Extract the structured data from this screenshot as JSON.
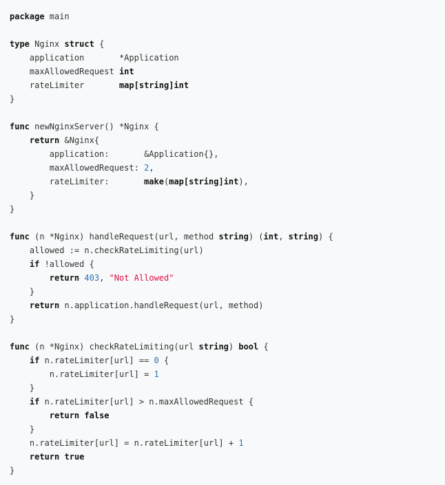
{
  "code": {
    "language": "go",
    "lines": [
      [
        [
          "package",
          "k"
        ],
        [
          " main",
          ""
        ]
      ],
      [],
      [
        [
          "type",
          "k"
        ],
        [
          " Nginx ",
          ""
        ],
        [
          "struct",
          "k"
        ],
        [
          " {",
          ""
        ]
      ],
      [
        [
          "    application       *Application",
          ""
        ]
      ],
      [
        [
          "    maxAllowedRequest ",
          ""
        ],
        [
          "int",
          "k"
        ]
      ],
      [
        [
          "    rateLimiter       ",
          ""
        ],
        [
          "map[string]int",
          "k"
        ]
      ],
      [
        [
          "}",
          ""
        ]
      ],
      [],
      [
        [
          "func",
          "k"
        ],
        [
          " newNginxServer() *Nginx {",
          ""
        ]
      ],
      [
        [
          "    ",
          ""
        ],
        [
          "return",
          "k"
        ],
        [
          " &Nginx{",
          ""
        ]
      ],
      [
        [
          "        application:       &Application{},",
          ""
        ]
      ],
      [
        [
          "        maxAllowedRequest: ",
          ""
        ],
        [
          "2",
          "n"
        ],
        [
          ",",
          ""
        ]
      ],
      [
        [
          "        rateLimiter:       ",
          ""
        ],
        [
          "make",
          "k"
        ],
        [
          "(",
          ""
        ],
        [
          "map[string]int",
          "k"
        ],
        [
          "),",
          ""
        ]
      ],
      [
        [
          "    }",
          ""
        ]
      ],
      [
        [
          "}",
          ""
        ]
      ],
      [],
      [
        [
          "func",
          "k"
        ],
        [
          " (n *Nginx) handleRequest(url, method ",
          ""
        ],
        [
          "string",
          "k"
        ],
        [
          ") (",
          ""
        ],
        [
          "int",
          "k"
        ],
        [
          ", ",
          ""
        ],
        [
          "string",
          "k"
        ],
        [
          ") {",
          ""
        ]
      ],
      [
        [
          "    allowed := n.checkRateLimiting(url)",
          ""
        ]
      ],
      [
        [
          "    ",
          ""
        ],
        [
          "if",
          "k"
        ],
        [
          " !allowed {",
          ""
        ]
      ],
      [
        [
          "        ",
          ""
        ],
        [
          "return",
          "k"
        ],
        [
          " ",
          ""
        ],
        [
          "403",
          "n"
        ],
        [
          ", ",
          ""
        ],
        [
          "\"Not Allowed\"",
          "s"
        ]
      ],
      [
        [
          "    }",
          ""
        ]
      ],
      [
        [
          "    ",
          ""
        ],
        [
          "return",
          "k"
        ],
        [
          " n.application.handleRequest(url, method)",
          ""
        ]
      ],
      [
        [
          "}",
          ""
        ]
      ],
      [],
      [
        [
          "func",
          "k"
        ],
        [
          " (n *Nginx) checkRateLimiting(url ",
          ""
        ],
        [
          "string",
          "k"
        ],
        [
          ") ",
          ""
        ],
        [
          "bool",
          "k"
        ],
        [
          " {",
          ""
        ]
      ],
      [
        [
          "    ",
          ""
        ],
        [
          "if",
          "k"
        ],
        [
          " n.rateLimiter[url] == ",
          ""
        ],
        [
          "0",
          "n"
        ],
        [
          " {",
          ""
        ]
      ],
      [
        [
          "        n.rateLimiter[url] = ",
          ""
        ],
        [
          "1",
          "n"
        ]
      ],
      [
        [
          "    }",
          ""
        ]
      ],
      [
        [
          "    ",
          ""
        ],
        [
          "if",
          "k"
        ],
        [
          " n.rateLimiter[url] > n.maxAllowedRequest {",
          ""
        ]
      ],
      [
        [
          "        ",
          ""
        ],
        [
          "return",
          "k"
        ],
        [
          " ",
          ""
        ],
        [
          "false",
          "k"
        ]
      ],
      [
        [
          "    }",
          ""
        ]
      ],
      [
        [
          "    n.rateLimiter[url] = n.rateLimiter[url] + ",
          ""
        ],
        [
          "1",
          "n"
        ]
      ],
      [
        [
          "    ",
          ""
        ],
        [
          "return",
          "k"
        ],
        [
          " ",
          ""
        ],
        [
          "true",
          "k"
        ]
      ],
      [
        [
          "}",
          ""
        ]
      ]
    ]
  }
}
